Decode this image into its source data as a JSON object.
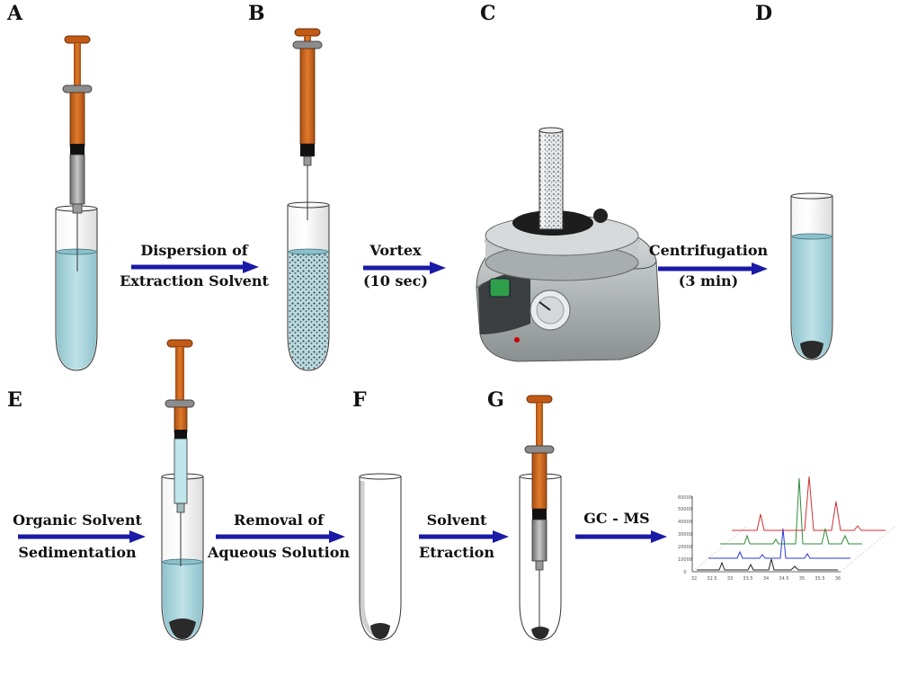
{
  "panels": {
    "A": "A",
    "B": "B",
    "C": "C",
    "D": "D",
    "E": "E",
    "F": "F",
    "G": "G"
  },
  "steps": {
    "dispersion": [
      "Dispersion of",
      "Extraction Solvent"
    ],
    "vortex": [
      "Vortex",
      "(10 sec)"
    ],
    "centrifugation": [
      "Centrifugation",
      "(3 min)"
    ],
    "sedimentation": [
      "Organic Solvent",
      "Sedimentation"
    ],
    "removal": [
      "Removal of",
      "Aqueous Solution"
    ],
    "extraction": [
      "Solvent",
      "Etraction"
    ],
    "gcms": [
      "GC - MS"
    ]
  },
  "chromatogram": {
    "x_ticks": [
      "32",
      "32.5",
      "33",
      "33.5",
      "34",
      "34.5",
      "35",
      "35.5",
      "36"
    ],
    "y_ticks": [
      "0",
      "10000",
      "20000",
      "30000",
      "40000",
      "50000",
      "60000"
    ]
  },
  "colors": {
    "arrow": "#1a1aa6",
    "liquid": "#a9d4dc",
    "plunger": "#d2691e",
    "sediment": "#2a2a2a",
    "series": [
      "#222222",
      "#2a3bd6",
      "#2e8b3a",
      "#d03030"
    ]
  }
}
